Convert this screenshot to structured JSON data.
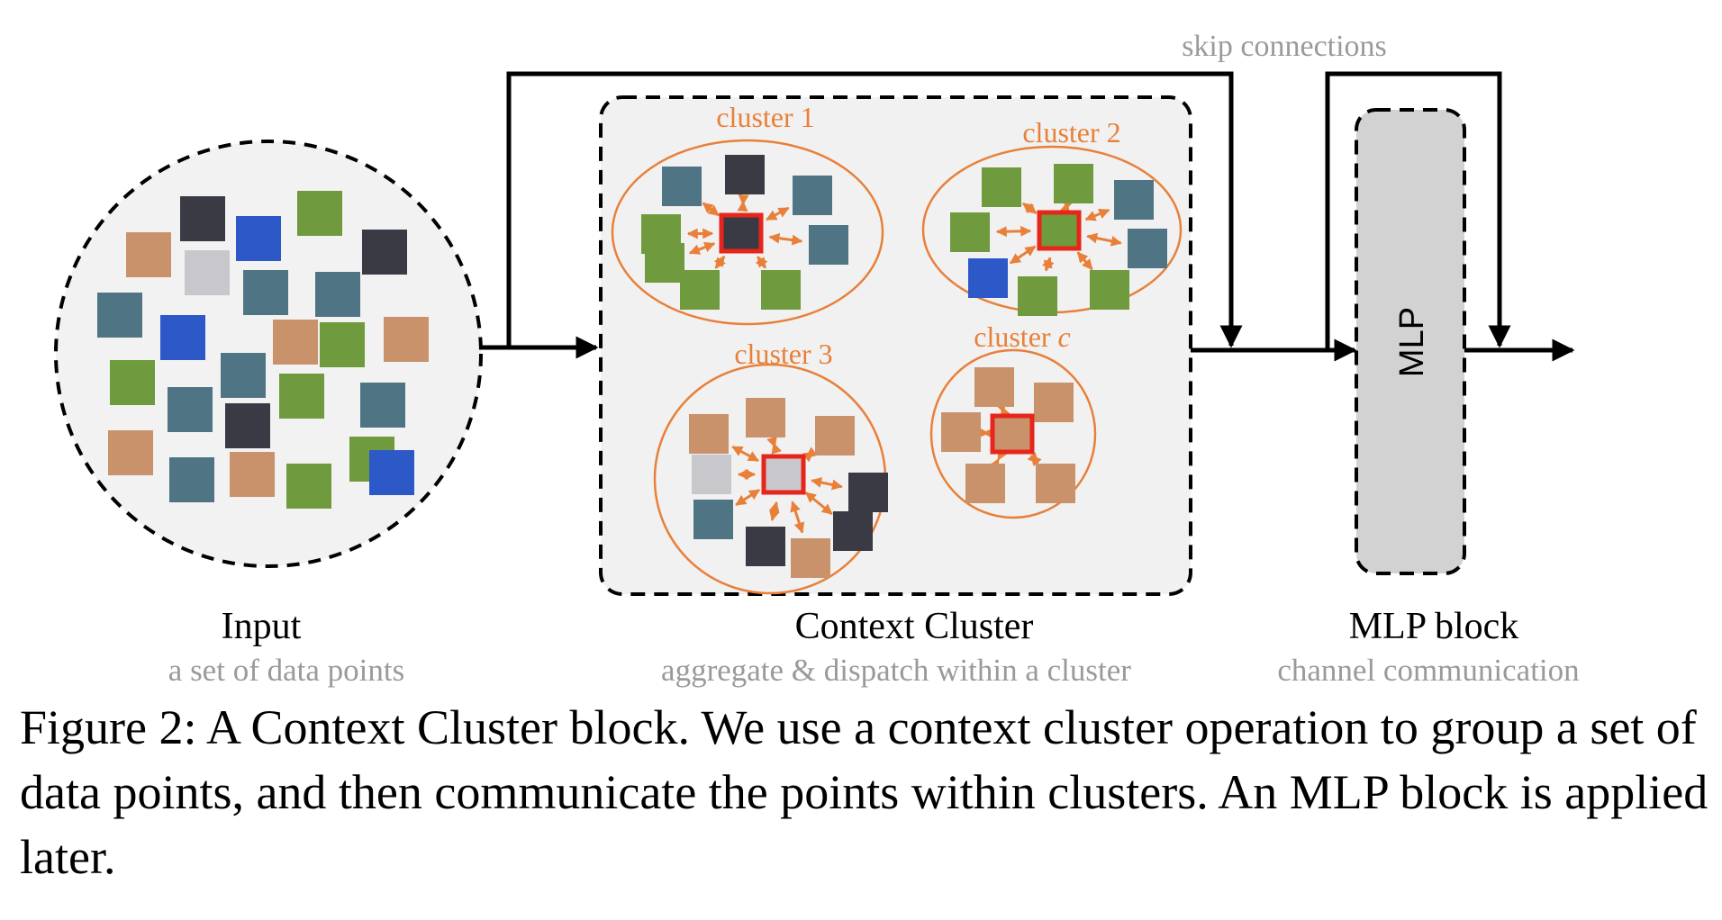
{
  "skip_label": "skip connections",
  "clusters": [
    {
      "label": "cluster 1"
    },
    {
      "label": "cluster 2"
    },
    {
      "label": "cluster 3"
    },
    {
      "label_prefix": "cluster ",
      "label_var": "c"
    }
  ],
  "mlp_text": "MLP",
  "sections": {
    "input": {
      "title": "Input",
      "subtitle": "a set of data points"
    },
    "context": {
      "title": "Context Cluster",
      "subtitle": "aggregate & dispatch within a cluster"
    },
    "mlp": {
      "title": "MLP block",
      "subtitle": "channel communication"
    }
  },
  "caption": "Figure 2: A Context Cluster block. We use a context cluster operation to group a set of data points, and then communicate the points within clusters. An MLP block is applied later.",
  "colors": {
    "orange": "#E8803A",
    "red": "#E8251A",
    "gray_text": "#9a9a9a",
    "panel_bg": "#f1f1f1",
    "mlp_fill": "#d2d2d2",
    "grass": "#6f9a3d",
    "dirt": "#c9926a",
    "wall": "#4f7585"
  }
}
